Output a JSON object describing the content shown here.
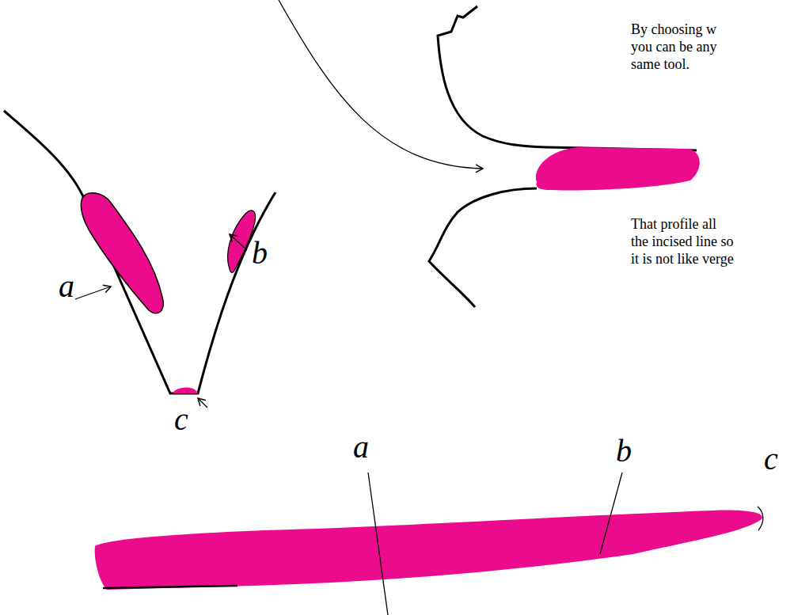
{
  "diagram": {
    "labels": [
      "By choosing w you can be any same tool.",
      "That profile all the incised line so it is not like verge",
      "a",
      "b",
      "c",
      "a",
      "b",
      "c"
    ]
  }
}
